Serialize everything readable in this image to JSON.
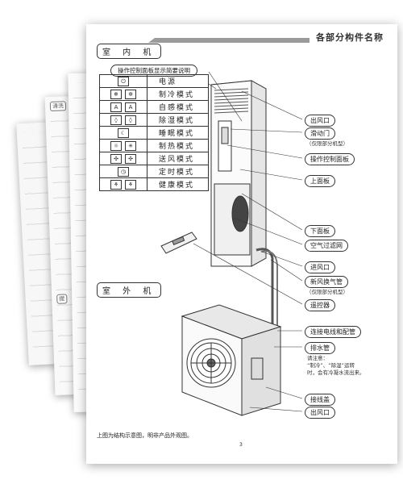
{
  "back_pages": {
    "p1_tag": "清洗",
    "p2_tag": "提"
  },
  "page": {
    "header_title": "各部分构件名称",
    "indoor_label": "室 内 机",
    "outdoor_label": "室 外 机",
    "panel_caption": "操作控制面板显示简要说明",
    "modes": [
      {
        "label": "电源",
        "icons": [
          "⏻"
        ]
      },
      {
        "label": "制冷模式",
        "icons": [
          "❄",
          "✲"
        ]
      },
      {
        "label": "自感模式",
        "icons": [
          "A",
          "A"
        ]
      },
      {
        "label": "除湿模式",
        "icons": [
          "◊",
          "◊"
        ]
      },
      {
        "label": "睡眠模式",
        "icons": [
          "☾"
        ]
      },
      {
        "label": "制热模式",
        "icons": [
          "☼",
          "✳"
        ]
      },
      {
        "label": "送风模式",
        "icons": [
          "✣",
          "✣"
        ]
      },
      {
        "label": "定时模式",
        "icons": [
          "◷"
        ]
      },
      {
        "label": "健康模式",
        "icons": [
          "⚘",
          "⚘"
        ]
      }
    ],
    "callouts": {
      "air_outlet_top": "出风口",
      "sliding_door": "滑动门",
      "sliding_door_note": "（仅限部分机型）",
      "control_panel": "操作控制面板",
      "upper_panel": "上面板",
      "lower_panel": "下面板",
      "air_filter": "空气过滤网",
      "air_inlet": "进风口",
      "fresh_air_pipe": "新风换气管",
      "fresh_air_note": "（仅限部分机型）",
      "remote": "遥控器",
      "pipe_connection": "连接电线和配管",
      "drain_pipe": "排水管",
      "drain_note": "请注意：\n“制冷”、“除湿”运转\n时，会有冷凝水流出来。",
      "terminal_cover": "接线盖",
      "air_outlet_bottom": "出风口"
    },
    "footer": "上图为结构示意图，明非产品外观图。",
    "page_number": "3"
  }
}
